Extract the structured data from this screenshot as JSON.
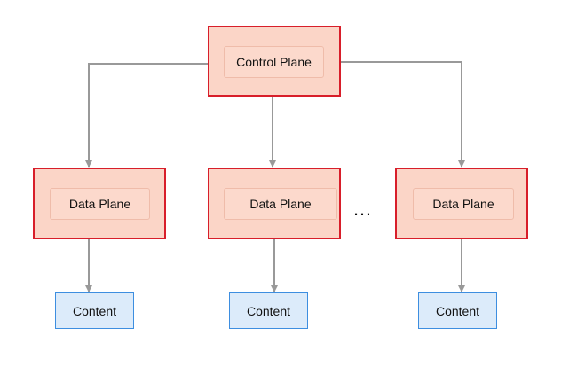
{
  "control_plane": {
    "label": "Control Plane"
  },
  "data_planes": [
    {
      "label": "Data Plane"
    },
    {
      "label": "Data Plane"
    },
    {
      "label": "Data Plane"
    }
  ],
  "contents": [
    {
      "label": "Content"
    },
    {
      "label": "Content"
    },
    {
      "label": "Content"
    }
  ],
  "ellipsis": "…",
  "colors": {
    "plane_fill": "#fbd5c7",
    "plane_border": "#d81e2a",
    "content_fill": "#dcebfa",
    "content_border": "#3d8ee0",
    "connector": "#999999"
  }
}
